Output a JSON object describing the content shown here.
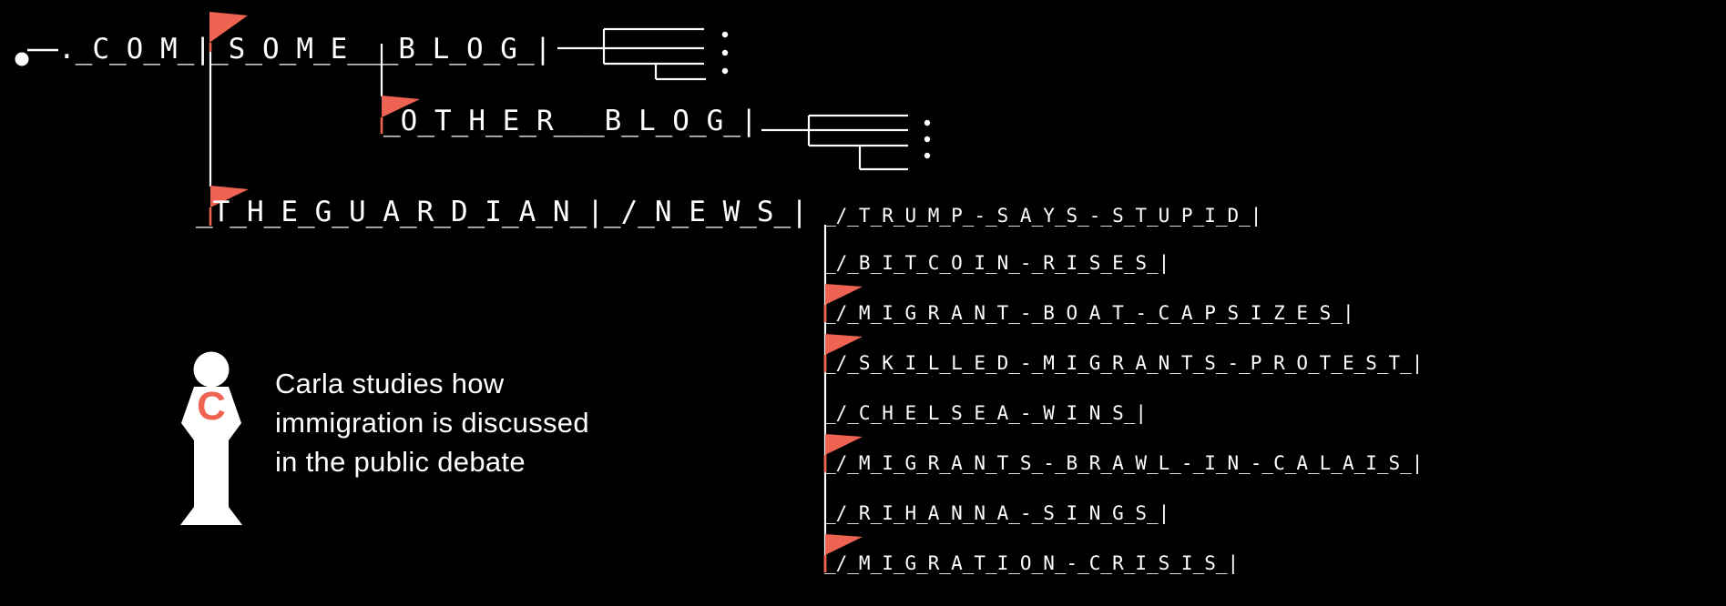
{
  "colors": {
    "background": "#000000",
    "text": "#ffffff",
    "accent": "#ee6352"
  },
  "tree": {
    "root": {
      "label": "._C_O_M_|"
    },
    "some_blog": {
      "label": "_S_O_M_E___B_L_O_G_|",
      "flagged": true
    },
    "other_blog": {
      "label": "_O_T_H_E_R___B_L_O_G_|",
      "flagged": true
    },
    "guardian": {
      "label": "_T_H_E_G_U_A_R_D_I_A_N_|_/_N_E_W_S_|",
      "flagged": true
    },
    "articles": [
      {
        "label": "_/_T_R_U_M_P_-_S_A_Y_S_-_S_T_U_P_I_D_|",
        "flagged": false
      },
      {
        "label": "_/_B_I_T_C_O_I_N_-_R_I_S_E_S_|",
        "flagged": false
      },
      {
        "label": "_/_M_I_G_R_A_N_T_-_B_O_A_T_-_C_A_P_S_I_Z_E_S_|",
        "flagged": true
      },
      {
        "label": "_/_S_K_I_L_L_E_D_-_M_I_G_R_A_N_T_S_-_P_R_O_T_E_S_T_|",
        "flagged": true
      },
      {
        "label": "_/_C_H_E_L_S_E_A_-_W_I_N_S_|",
        "flagged": false
      },
      {
        "label": "_/_M_I_G_R_A_N_T_S_-_B_R_A_W_L_-_I_N_-_C_A_L_A_I_S_|",
        "flagged": true
      },
      {
        "label": "_/_R_I_H_A_N_N_A_-_S_I_N_G_S_|",
        "flagged": false
      },
      {
        "label": "_/_M_I_G_R_A_T_I_O_N_-_C_R_I_S_I_S_|",
        "flagged": true
      }
    ]
  },
  "persona": {
    "initial": "C",
    "caption": {
      "line1": "Carla studies how",
      "line2": "immigration is discussed",
      "line3": "in the public debate"
    }
  }
}
